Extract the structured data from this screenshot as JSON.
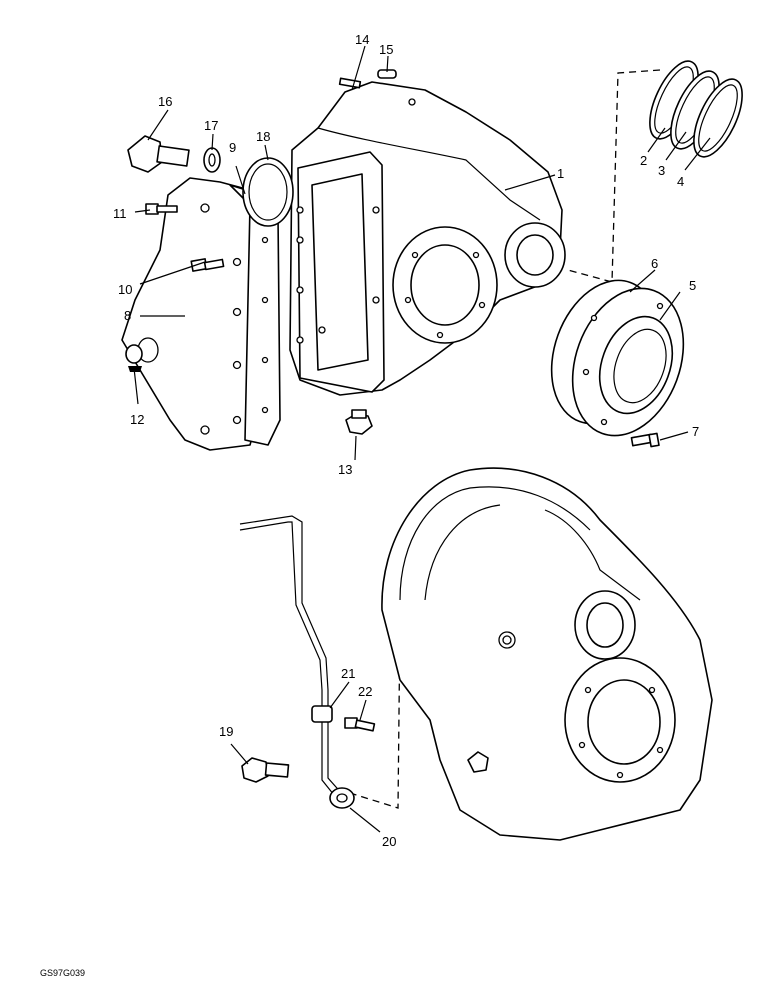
{
  "figure_code": "GS97G039",
  "callouts": [
    {
      "id": "c1",
      "text": "1"
    },
    {
      "id": "c2",
      "text": "2"
    },
    {
      "id": "c3",
      "text": "3"
    },
    {
      "id": "c4",
      "text": "4"
    },
    {
      "id": "c5",
      "text": "5"
    },
    {
      "id": "c6",
      "text": "6"
    },
    {
      "id": "c7",
      "text": "7"
    },
    {
      "id": "c8",
      "text": "8"
    },
    {
      "id": "c9",
      "text": "9"
    },
    {
      "id": "c10",
      "text": "10"
    },
    {
      "id": "c11",
      "text": "11"
    },
    {
      "id": "c12",
      "text": "12"
    },
    {
      "id": "c13",
      "text": "13"
    },
    {
      "id": "c14",
      "text": "14"
    },
    {
      "id": "c15",
      "text": "15"
    },
    {
      "id": "c16",
      "text": "16"
    },
    {
      "id": "c17",
      "text": "17"
    },
    {
      "id": "c18",
      "text": "18"
    },
    {
      "id": "c19",
      "text": "19"
    },
    {
      "id": "c20",
      "text": "20"
    },
    {
      "id": "c21",
      "text": "21"
    },
    {
      "id": "c22",
      "text": "22"
    }
  ]
}
